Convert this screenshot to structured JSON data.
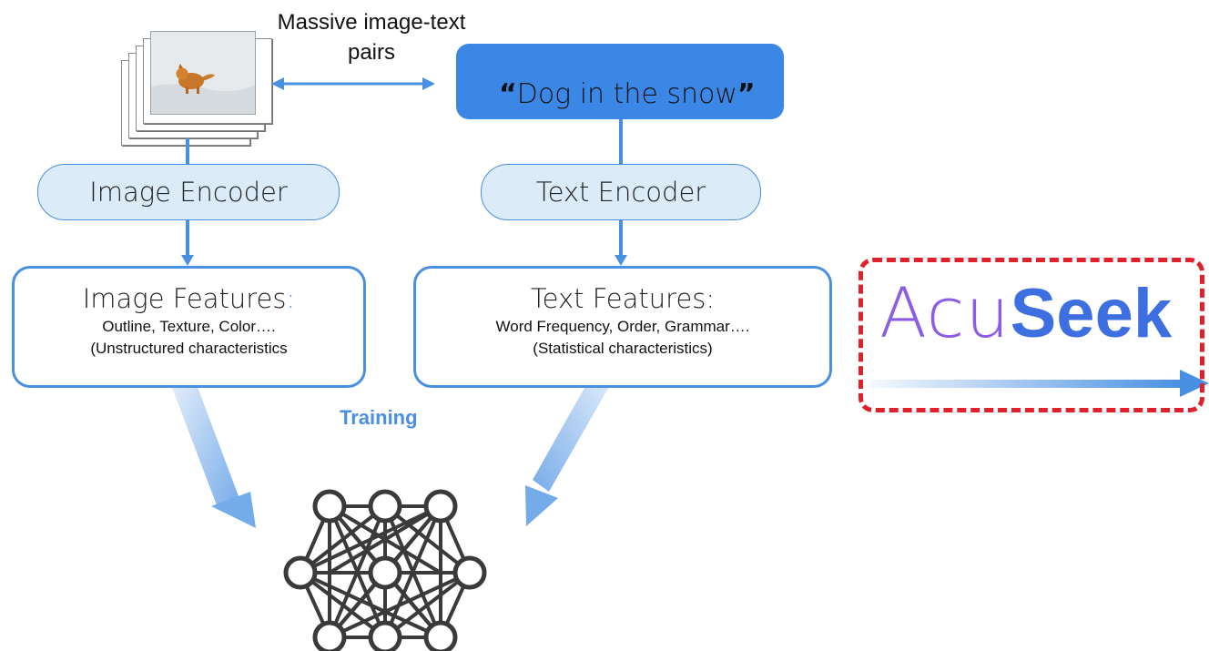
{
  "pairs_label": "Massive image-text pairs",
  "text_sample": {
    "open_quote": "“",
    "body": "Dog in the snow",
    "close_quote": "”"
  },
  "image_encoder": "Image Encoder",
  "text_encoder": "Text Encoder",
  "image_features": {
    "title": "Image Features",
    "colon": ":",
    "line1": "Outline, Texture, Color….",
    "line2": "(Unstructured characteristics"
  },
  "text_features": {
    "title": "Text Features:",
    "line1": "Word Frequency, Order, Grammar….",
    "line2": "(Statistical characteristics)"
  },
  "training_label": "Training",
  "logo": {
    "part1": "Acu",
    "part2": "Seek"
  },
  "colors": {
    "accent_blue": "#4a90e2",
    "box_blue": "#3a87e6",
    "encoder_fill": "#dbebf8",
    "logo_frame_red": "#e0202a",
    "logo_purple": "#8b5ce8",
    "logo_blue": "#3d6fe0",
    "network_gray": "#3a3a3a"
  },
  "icons": [
    "dog-photo-stack",
    "neural-network-icon",
    "double-arrow-icon"
  ]
}
